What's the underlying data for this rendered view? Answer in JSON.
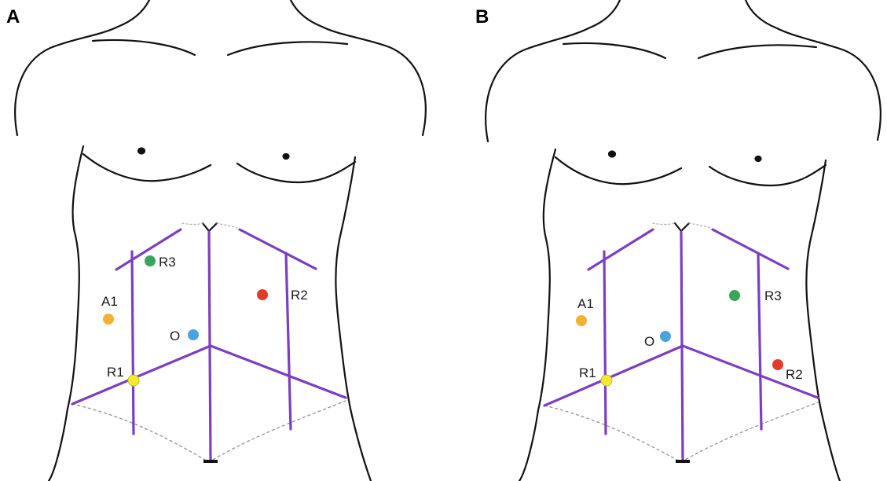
{
  "panels": [
    {
      "letter": "A",
      "points": [
        {
          "label": "R3",
          "color": "#3aa55a"
        },
        {
          "label": "A1",
          "color": "#f2b035"
        },
        {
          "label": "R2",
          "color": "#e23b2a"
        },
        {
          "label": "O",
          "color": "#4aa3df"
        },
        {
          "label": "R1",
          "color": "#f4ea2f"
        }
      ]
    },
    {
      "letter": "B",
      "points": [
        {
          "label": "A1",
          "color": "#f2b035"
        },
        {
          "label": "R3",
          "color": "#3aa55a"
        },
        {
          "label": "O",
          "color": "#4aa3df"
        },
        {
          "label": "R1",
          "color": "#f4ea2f"
        },
        {
          "label": "R2",
          "color": "#e23b2a"
        }
      ]
    }
  ],
  "colors": {
    "guide_lines": "#7b3fbf",
    "outline": "#111111",
    "background": "#ffffff"
  }
}
